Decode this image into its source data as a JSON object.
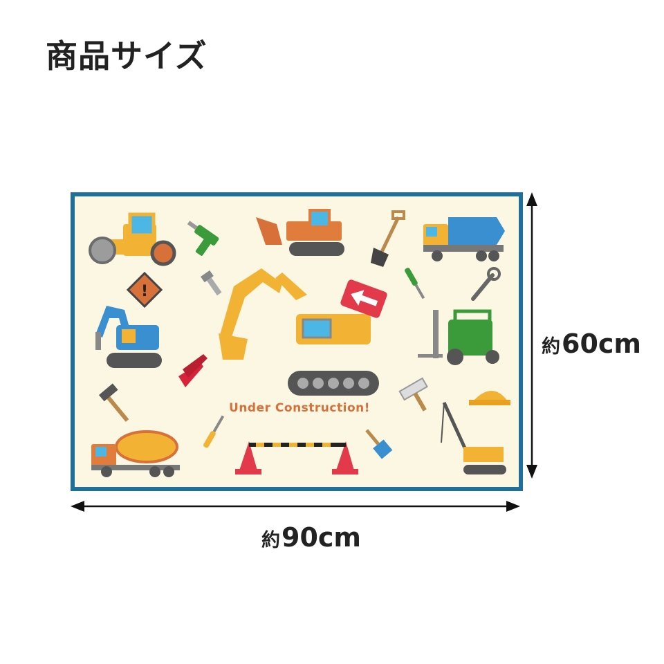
{
  "page": {
    "title": "商品サイズ"
  },
  "product": {
    "caption": "Under Construction!",
    "colors": {
      "border": "#1f6f98",
      "background": "#fbf7e2",
      "caption": "#d8703a"
    },
    "icons": [
      "road-roller-icon",
      "power-drill-icon",
      "bulldozer-icon",
      "shovel-icon",
      "dump-truck-icon",
      "warning-sign-icon",
      "bolt-icon",
      "excavator-icon",
      "arrow-sign-icon",
      "screwdriver-icon",
      "wrench-icon",
      "jackhammer-excavator-icon",
      "forklift-icon",
      "pliers-icon",
      "paint-roller-icon",
      "hammer-icon",
      "hard-hat-icon",
      "crawler-crane-icon",
      "mixer-truck-icon",
      "screwdriver-small-icon",
      "traffic-cone-barrier-icon",
      "paint-brush-icon"
    ]
  },
  "dimensions": {
    "height": {
      "prefix": "約",
      "value": "60cm"
    },
    "width": {
      "prefix": "約",
      "value": "90cm"
    }
  }
}
